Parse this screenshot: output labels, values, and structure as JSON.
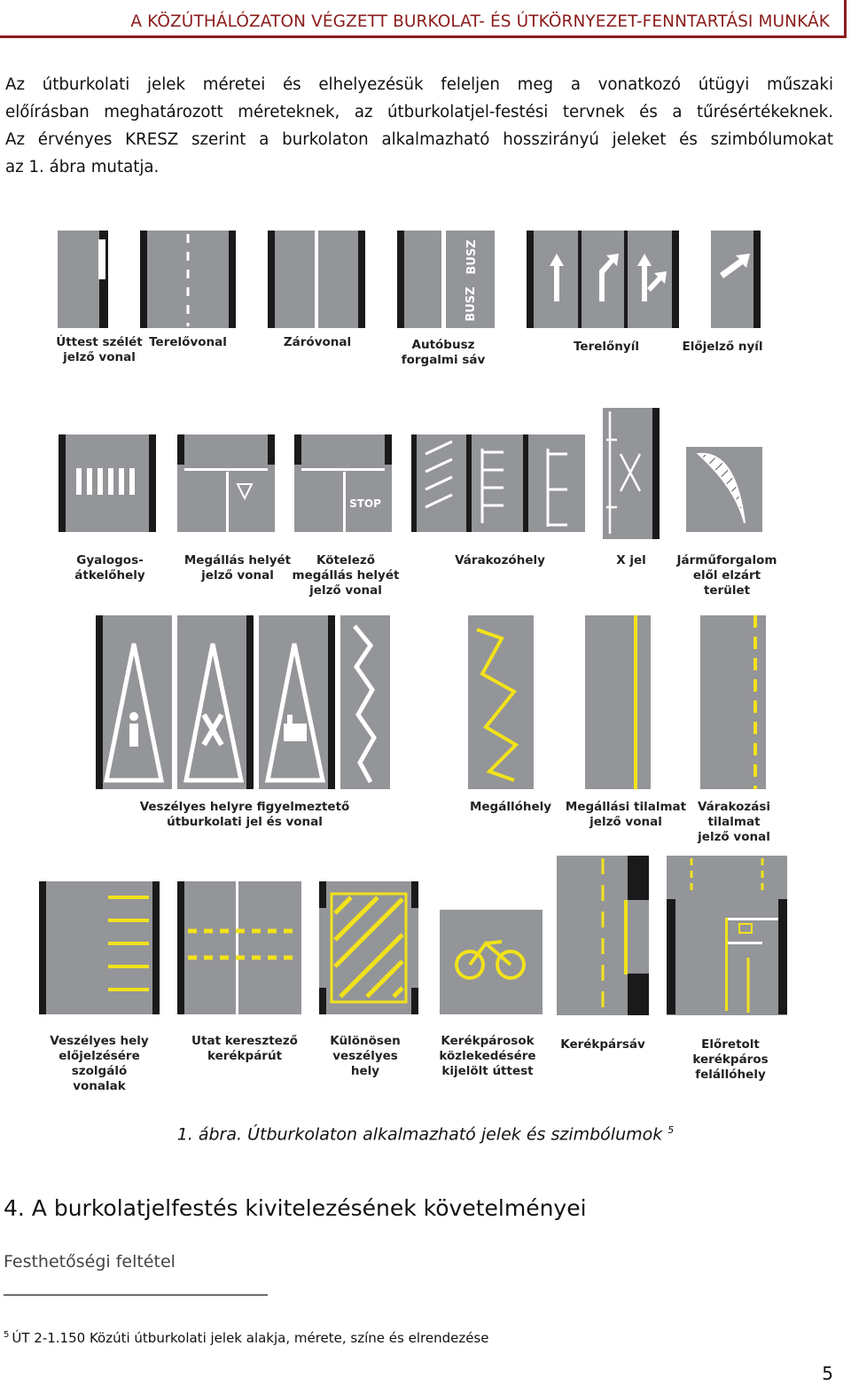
{
  "header": {
    "title": "A KÖZÚTHÁLÓZATON VÉGZETT BURKOLAT- ÉS ÚTKÖRNYEZET-FENNTARTÁSI MUNKÁK"
  },
  "paragraph": {
    "line1": "Az útburkolati jelek méretei és elhelyezésük feleljen meg a vonatkozó útügyi műszaki",
    "line2": "előírásban meghatározott méreteknek, az útburkolatjel-festési tervnek és a tűrésértékeknek.",
    "line3": "Az érvényes KRESZ szerint a burkolaton alkalmazható hosszirányú jeleket és szimbólumokat",
    "line4": "az 1. ábra mutatja."
  },
  "figure": {
    "row1": {
      "l1a": "Úttest szélét",
      "l1b": "jelző vonal",
      "l2": "Terelővonal",
      "l3": "Záróvonal",
      "l4a": "Autóbusz",
      "l4b": "forgalmi sáv",
      "l5": "Terelőnyíl",
      "l6": "Előjelző nyíl",
      "bus": "BUSZ"
    },
    "row2": {
      "l1a": "Gyalogos-",
      "l1b": "átkelőhely",
      "l2a": "Megállás helyét",
      "l2b": "jelző vonal",
      "l3a": "Kötelező",
      "l3b": "megállás helyét",
      "l3c": "jelző vonal",
      "l4": "Várakozóhely",
      "l5": "X jel",
      "l6a": "Járműforgalom",
      "l6b": "elől elzárt",
      "l6c": "terület",
      "stop": "STOP"
    },
    "row3": {
      "l1a": "Veszélyes helyre figyelmeztető",
      "l1b": "útburkolati jel és vonal",
      "l2": "Megállóhely",
      "l3a": "Megállási tilalmat",
      "l3b": "jelző vonal",
      "l4a": "Várakozási",
      "l4b": "tilalmat",
      "l4c": "jelző vonal"
    },
    "row4": {
      "l1a": "Veszélyes  hely",
      "l1b": "előjelzésére",
      "l1c": "szolgáló",
      "l1d": "vonalak",
      "l2a": "Utat keresztező",
      "l2b": "kerékpárút",
      "l3a": "Különösen",
      "l3b": "veszélyes",
      "l3c": "hely",
      "l4a": "Kerékpárosok",
      "l4b": "közlekedésére",
      "l4c": "kijelölt úttest",
      "l5": "Kerékpársáv",
      "l6a": "Előretolt",
      "l6b": "kerékpáros",
      "l6c": "felállóhely"
    }
  },
  "caption": {
    "text": "1. ábra. Útburkolaton alkalmazható jelek és szimbólumok",
    "ref": "5"
  },
  "section": {
    "title": "4. A burkolatjelfestés kivitelezésének követelményei"
  },
  "subsection": {
    "title": "Festhetőségi feltétel"
  },
  "footnote": {
    "num": "5",
    "text": "ÚT 2-1.150 Közúti útburkolati jelek alakja, mérete, színe és elrendezése"
  },
  "page_number": "5",
  "colors": {
    "header_accent": "#8b1c1c",
    "asphalt": "#939598",
    "kerb": "#1a1a1a",
    "yellow": "#f2e21b"
  }
}
